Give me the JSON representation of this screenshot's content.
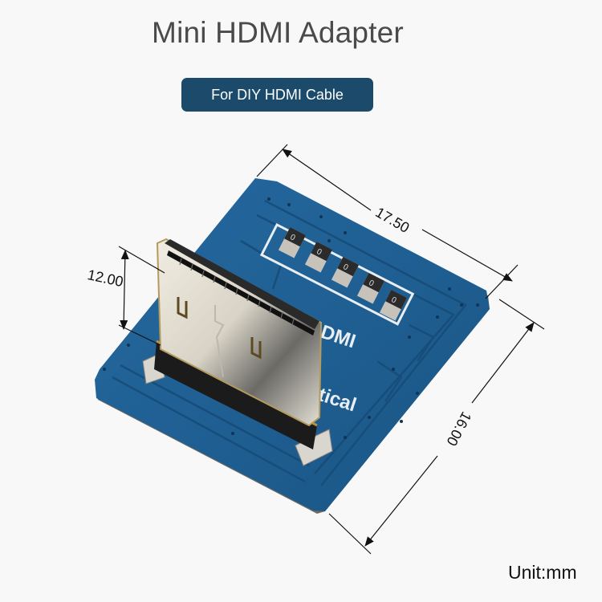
{
  "header": {
    "title": "Mini HDMI Adapter",
    "badge": "For DIY HDMI Cable"
  },
  "product": {
    "silkscreen_line1": "DMI",
    "silkscreen_line2": "tical",
    "resistor_count": 5,
    "resistor_marking": "0",
    "colors": {
      "pcb": "#1d5c8c",
      "pcb_trace": "#1a5582",
      "connector": "#d9d6cf",
      "badge": "#1b4a6b"
    }
  },
  "dimensions": {
    "width": "17.50",
    "depth": "16.00",
    "height": "12.00",
    "unit_label": "Unit:mm"
  }
}
